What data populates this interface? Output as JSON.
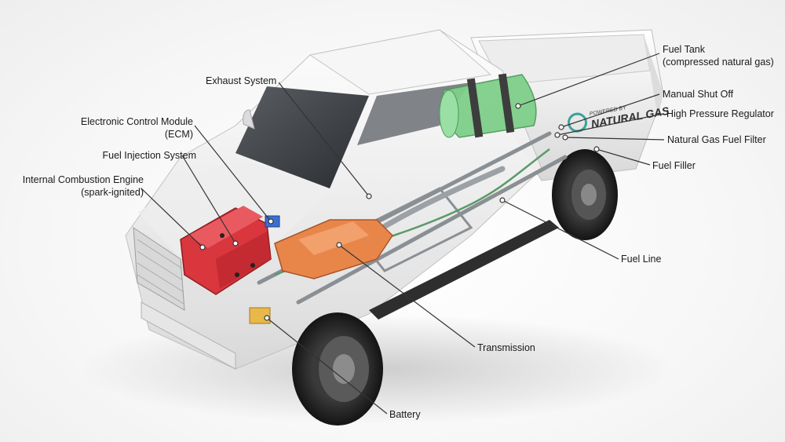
{
  "labels": {
    "exhaust_system": "Exhaust System",
    "ecm_line1": "Electronic Control Module",
    "ecm_line2": "(ECM)",
    "fuel_injection": "Fuel Injection System",
    "engine_line1": "Internal Combustion Engine",
    "engine_line2": "(spark-ignited)",
    "fuel_tank_line1": "Fuel Tank",
    "fuel_tank_line2": "(compressed natural gas)",
    "manual_shut_off": "Manual Shut Off",
    "high_pressure_regulator": "High Pressure Regulator",
    "natural_gas_fuel_filter": "Natural Gas Fuel Filter",
    "fuel_filler": "Fuel Filler",
    "fuel_line": "Fuel Line",
    "transmission": "Transmission",
    "battery": "Battery"
  },
  "decal": {
    "line1": "POWERED BY",
    "line2": "NATURAL GAS"
  },
  "colors": {
    "engine": "#d9363e",
    "transmission": "#e8864a",
    "fuel_tank": "#7fcf8a",
    "battery": "#e8b84a",
    "ecm": "#3b6fd1",
    "fuel_line": "#5a9a6a",
    "body": "#f2f2f2",
    "leader": "#333333"
  }
}
